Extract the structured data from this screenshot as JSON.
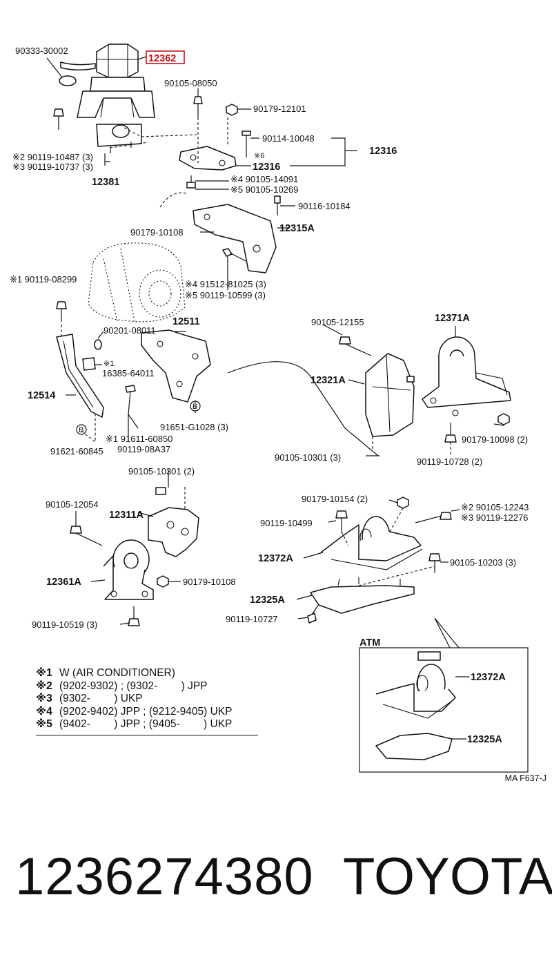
{
  "labels": {
    "p90333": "90333-30002",
    "p12362": "12362",
    "p90105_08050": "90105-08050",
    "p90179_12101": "90179-12101",
    "p90114": "90114-10048",
    "p12316_right": "12316",
    "mark6": "※6",
    "p12316": "12316",
    "p90119_10487": "※2 90119-10487 (3)",
    "p90119_10737": "※3 90119-10737 (3)",
    "p12381": "12381",
    "p90105_14091": "※4 90105-14091",
    "p90105_10269": "※5 90105-10269",
    "p90116": "90116-10184",
    "p90179_10108a": "90179-10108",
    "p12315A": "12315A",
    "p90119_08299": "※1 90119-08299",
    "p91512": "※4 91512-81025 (3)",
    "p90119_10599": "※5 90119-10599 (3)",
    "p90201": "90201-08011",
    "p12511": "12511",
    "mark1": "※1",
    "p16385": "16385-64011",
    "p12514": "12514",
    "p91651": "91651-G1028 (3)",
    "p91611": "※1 91611-60850",
    "p90119_08A37": "90119-08A37",
    "p91621": "91621-60845",
    "p90105_12155": "90105-12155",
    "p12371A": "12371A",
    "p12321A": "12321A",
    "p90105_10301a": "90105-10301 (3)",
    "p90179_10098": "90179-10098 (2)",
    "p90119_10728": "90119-10728 (2)",
    "p90105_10301b": "90105-10301 (2)",
    "p90105_12054": "90105-12054",
    "p12311A": "12311A",
    "p12361A": "12361A",
    "p90179_10108b": "90179-10108",
    "p90119_10519": "90119-10519 (3)",
    "p90179_10154": "90179-10154 (2)",
    "p90119_10499": "90119-10499",
    "p90105_12243": "※2 90105-12243",
    "p90119_12276": "※3 90119-12276",
    "p12372A": "12372A",
    "p90105_10203": "90105-10203 (3)",
    "p12325A": "12325A",
    "p90119_10727": "90119-10727",
    "atm": "ATM",
    "atm12372A": "12372A",
    "atm12325A": "12325A",
    "circleB": "B",
    "code": "MA F637-J"
  },
  "notes": [
    {
      "mark": "※1",
      "text": "W (AIR CONDITIONER)"
    },
    {
      "mark": "※2",
      "text": "(9202-9302) ; (9302-        ) JPP"
    },
    {
      "mark": "※3",
      "text": "(9302-        ) UKP"
    },
    {
      "mark": "※4",
      "text": "(9202-9402) JPP ; (9212-9405) UKP"
    },
    {
      "mark": "※5",
      "text": "(9402-        ) JPP ; (9405-        ) UKP"
    }
  ],
  "footer": {
    "part_number": "1236274380",
    "brand": "TOYOTA"
  },
  "highlight_color": "#c0141c"
}
